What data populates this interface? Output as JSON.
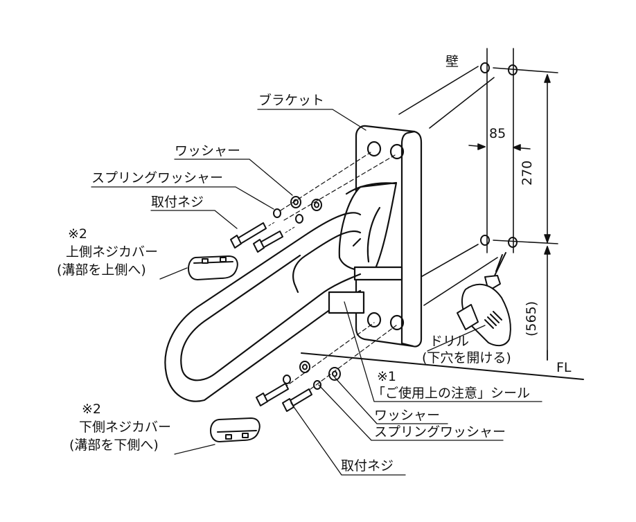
{
  "labels": {
    "wall": "壁",
    "bracket": "ブラケット",
    "washer_top": "ワッシャー",
    "spring_washer_top": "スプリングワッシャー",
    "screw_top": "取付ネジ",
    "note2_top": "※2",
    "upper_cover": "上側ネジカバー",
    "upper_cover_note": "(溝部を上側へ)",
    "drill": "ドリル",
    "drill_note": "(下穴を開ける)",
    "note1": "※1",
    "caution_seal": "「ご使用上の注意」シール",
    "washer_bottom": "ワッシャー",
    "spring_washer_bottom": "スプリングワッシャー",
    "screw_bottom": "取付ネジ",
    "note2_bottom": "※2",
    "lower_cover": "下側ネジカバー",
    "lower_cover_note": "(溝部を下側へ)",
    "floor": "FL"
  },
  "dimensions": {
    "hole_spacing": "85",
    "vertical_spacing": "270",
    "floor_height": "(565)"
  }
}
